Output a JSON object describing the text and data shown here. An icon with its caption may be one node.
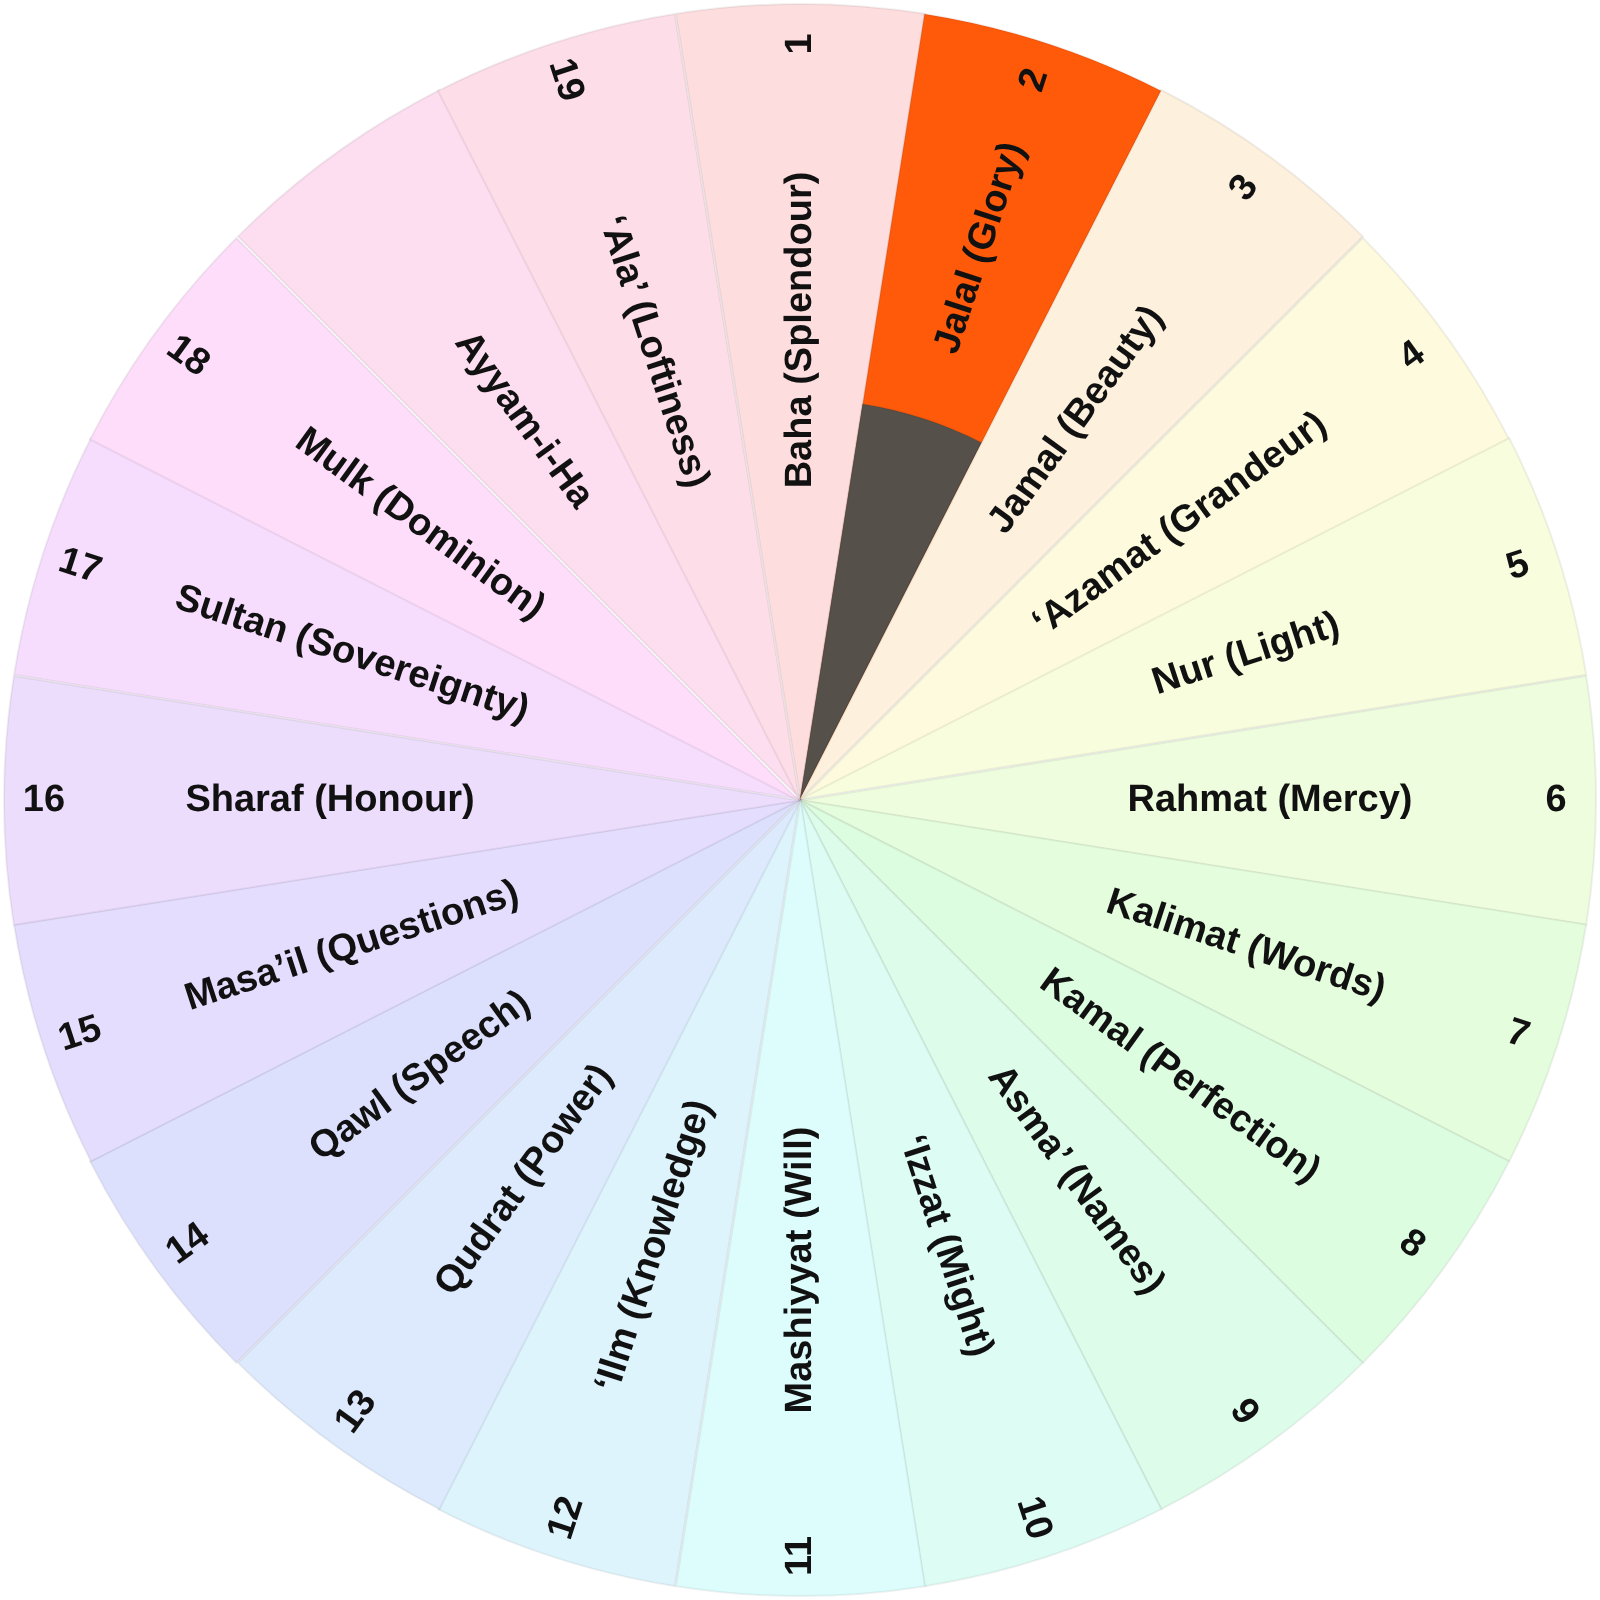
{
  "diagram": {
    "nodes": [
      {
        "text": [
          "Baha (Splendour)",
          "1"
        ]
      },
      {
        "text": [
          "Jalal (Glory)",
          "2"
        ]
      },
      {
        "text": [
          "Jamal (Beauty)",
          "3"
        ]
      },
      {
        "text": [
          "‘Azamat (Grandeur)",
          "4"
        ]
      },
      {
        "text": [
          "Nur (Light)",
          "5"
        ]
      },
      {
        "text": [
          "Rahmat (Mercy)",
          "6"
        ]
      },
      {
        "text": [
          "Kalimat (Words)",
          "7"
        ]
      },
      {
        "text": [
          "Kamal (Perfection)",
          "8"
        ]
      },
      {
        "text": [
          "Asma’ (Names)",
          "9"
        ]
      },
      {
        "text": [
          "‘Izzat (Might)",
          "10"
        ]
      },
      {
        "text": [
          "11",
          "Mashiyyat (Will)"
        ]
      },
      {
        "text": [
          "12",
          "‘Ilm (Knowledge)"
        ]
      },
      {
        "text": [
          "13",
          "Qudrat (Power)"
        ]
      },
      {
        "text": [
          "14",
          "Qawl (Speech)"
        ]
      },
      {
        "text": [
          "15",
          "Masa’il (Questions)"
        ]
      },
      {
        "text": [
          "16",
          "Sharaf (Honour)"
        ]
      },
      {
        "text": [
          "17",
          "Sultan (Sovereignty)"
        ]
      },
      {
        "text": [
          "18",
          "Mulk (Dominion)"
        ]
      },
      {
        "text": [
          "Ayyam-i-Ha"
        ]
      },
      {
        "text": [
          "19",
          "‘Ala’ (Loftiness)"
        ]
      },
      {
        "text": [],
        "shape": "wedge",
        "in": 1
      }
    ]
  }
}
